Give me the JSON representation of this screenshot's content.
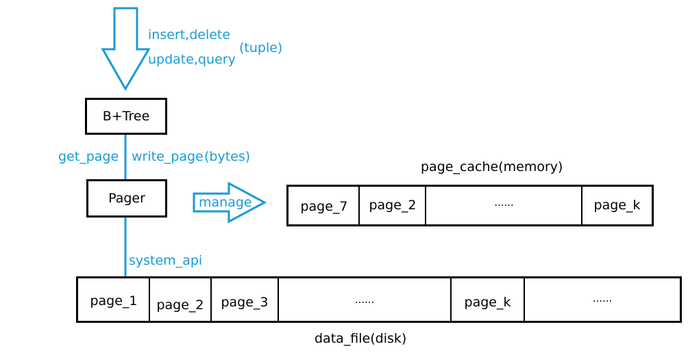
{
  "input_arrow": {
    "ops_line1": "insert,delete",
    "ops_line2": "update,query",
    "unit": "(tuple)"
  },
  "btree": {
    "label": "B+Tree"
  },
  "btree_pager_link": {
    "get_label": "get_page",
    "write_label": "write_page",
    "unit": "(bytes)"
  },
  "pager": {
    "label": "Pager"
  },
  "manage_arrow": {
    "label": "manage"
  },
  "page_cache": {
    "title": "page_cache(memory)",
    "cells": [
      "page_7",
      "page_2",
      "......",
      "page_k"
    ]
  },
  "pager_file_link": {
    "label": "system_api"
  },
  "data_file": {
    "title": "data_file(disk)",
    "cells": [
      "page_1",
      "page_2",
      "page_3",
      "......",
      "page_k",
      "......"
    ]
  },
  "colors": {
    "accent": "#1a9ad6",
    "stroke": "#000000"
  }
}
